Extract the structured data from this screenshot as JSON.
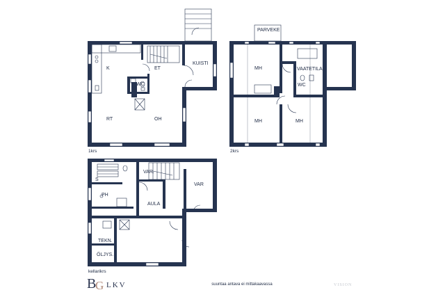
{
  "floors": {
    "first": {
      "label": "1krs",
      "rooms": {
        "k": "K",
        "et": "ET",
        "kuisti": "KUISTI",
        "wc": "WC",
        "rt": "RT",
        "oh": "OH"
      }
    },
    "second": {
      "label": "2krs",
      "rooms": {
        "parveke": "PARVEKE",
        "mh1": "MH",
        "vaatetila": "VAATETILA",
        "wc": "WC",
        "mh2": "MH",
        "mh3": "MH"
      }
    },
    "basement": {
      "label": "kellarikrs",
      "rooms": {
        "s": "S",
        "ph": "PH",
        "var1": "VAR.",
        "var2": "VAR",
        "aula": "AULA",
        "tekn": "TEKN.",
        "oljys": "ÖLJYS."
      }
    }
  },
  "note": "suuntaa antava ei mittakaavassa",
  "logo": {
    "b": "B",
    "g": "G",
    "lkv": "LKV"
  },
  "watermark": "VISION"
}
